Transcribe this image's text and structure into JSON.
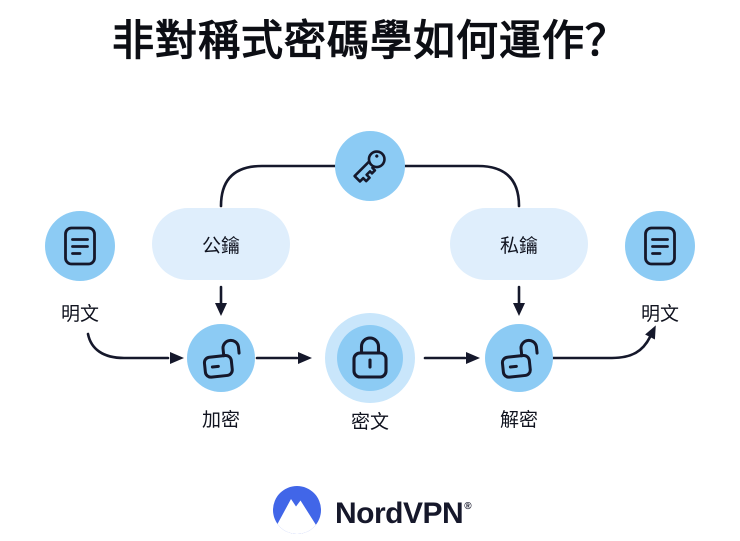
{
  "title": "非對稱式密碼學如何運作？",
  "flow": {
    "public_key_label": "公鑰",
    "private_key_label": "私鑰",
    "plaintext_left_label": "明文",
    "plaintext_right_label": "明文",
    "encrypt_label": "加密",
    "ciphertext_label": "密文",
    "decrypt_label": "解密",
    "icons": {
      "top_center": "key-icon",
      "sources": "document-icon",
      "encrypt": "unlock-icon",
      "ciphertext": "lock-icon",
      "decrypt": "unlock-icon",
      "logo": "mountain-logo-icon"
    }
  },
  "branding": {
    "logo_text": "NordVPN",
    "registered_symbol": "®"
  },
  "colors": {
    "background": "#ffffff",
    "node_blue": "#8ccbf4",
    "halo_blue": "#c9e6fb",
    "pill_blue": "#dfeefc",
    "stroke_dark": "#15182b",
    "text_dark": "#10131f",
    "logo_blue": "#4166e8"
  }
}
